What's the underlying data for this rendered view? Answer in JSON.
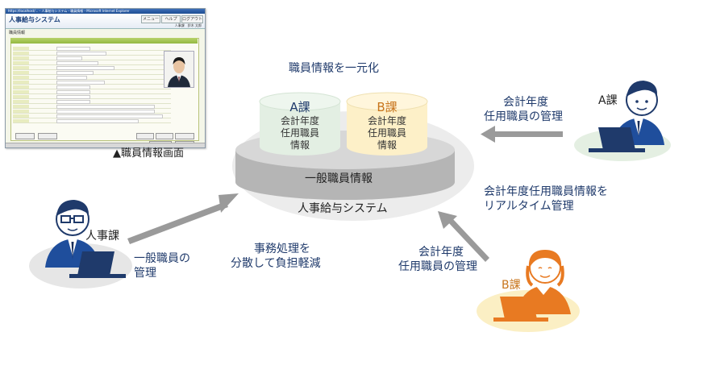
{
  "thumbnail": {
    "window_title": "https://localhost/... - 人事給与システム - 職員情報 - Microsoft Internet Explorer",
    "app_title": "人事給与システム",
    "header_buttons": [
      "メニュー",
      "ヘルプ",
      "ログアウト"
    ],
    "user_text": "人事課　鈴木 太郎",
    "section_title": "職員情報",
    "caption": "▲職員情報画面"
  },
  "central": {
    "title": "職員情報を一元化",
    "section_a": {
      "title": "A課",
      "lines": [
        "会計年度",
        "任用職員",
        "情報"
      ]
    },
    "section_b": {
      "title": "B課",
      "lines": [
        "会計年度",
        "任用職員",
        "情報"
      ]
    },
    "base_label": "一般職員情報",
    "system_label": "人事給与システム"
  },
  "actors": {
    "jinji": {
      "label": "人事課",
      "desc": [
        "一般職員の",
        "管理"
      ]
    },
    "a": {
      "label": "A課",
      "desc": [
        "会計年度",
        "任用職員の管理"
      ]
    },
    "b": {
      "label": "B課",
      "desc": [
        "会計年度",
        "任用職員の管理"
      ]
    }
  },
  "notes": {
    "realtime": [
      "会計年度任用職員情報を",
      "リアルタイム管理"
    ],
    "distributed": [
      "事務処理を",
      "分散して負担軽減"
    ]
  },
  "colors": {
    "navy": "#1f3a6b",
    "section_a_fill": "#e3efe3",
    "section_b_fill": "#fdf0c8",
    "section_b_title": "#c8751c",
    "disk_top": "#d7d7d7",
    "disk_side": "#b5b5b5",
    "halo": "#ececec",
    "arrow": "#9a9a9a",
    "person_a_halo": "#e4efe2",
    "person_b_halo": "#fbefc4",
    "person_b_shirt": "#e87a22"
  }
}
